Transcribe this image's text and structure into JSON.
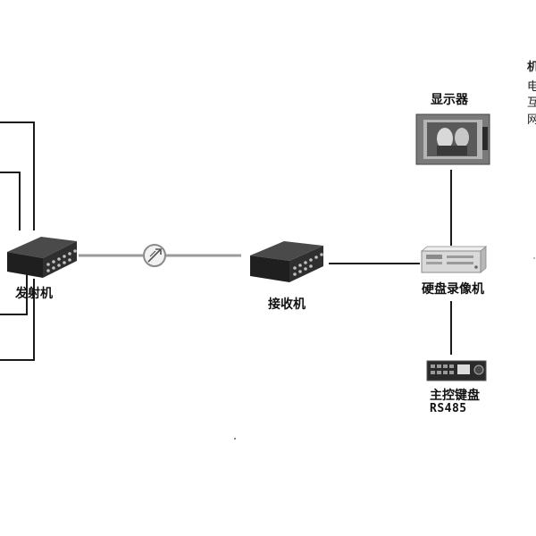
{
  "devices": {
    "transmitter": {
      "label": "发射机",
      "icon": "transmitter-icon"
    },
    "fiber_link": {
      "icon": "optical-link-icon"
    },
    "receiver": {
      "label": "接收机",
      "icon": "receiver-icon"
    },
    "monitor": {
      "label": "显示器",
      "icon": "monitor-icon"
    },
    "dvr": {
      "label": "硬盘录像机",
      "icon": "dvr-icon"
    },
    "keyboard": {
      "label": "主控键盘",
      "sublabel": "RS485",
      "icon": "keyboard-icon"
    }
  },
  "edge_text": {
    "top": "机",
    "right_1": "电",
    "right_2": "互",
    "right_3": "网"
  },
  "colors": {
    "line": "#1a1a1a",
    "link": "#9a9a9a",
    "device_dark": "#2b2b2b",
    "dvr_body": "#d9d9d9"
  }
}
